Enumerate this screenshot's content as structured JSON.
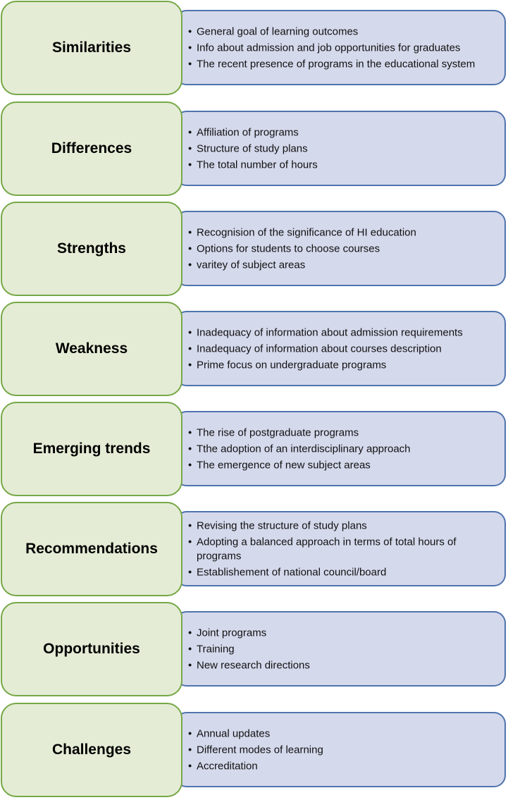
{
  "rows": [
    {
      "title": "Similarities",
      "items": [
        "General goal of learning outcomes",
        "Info about admission and job opportunities for graduates",
        "The recent presence of programs in the educational system"
      ]
    },
    {
      "title": "Differences",
      "items": [
        "Affiliation of programs",
        "Structure of study plans",
        "The total number of hours"
      ]
    },
    {
      "title": "Strengths",
      "items": [
        "Recognision of the significance of HI education",
        "Options for students to choose courses",
        "varitey of subject areas"
      ]
    },
    {
      "title": "Weakness",
      "items": [
        "Inadequacy of information about admission requirements",
        "Inadequacy of information about courses description",
        "Prime focus on undergraduate programs"
      ]
    },
    {
      "title": "Emerging trends",
      "items": [
        "The rise of postgraduate programs",
        "Tthe adoption of an interdisciplinary approach",
        "The emergence of new subject areas"
      ]
    },
    {
      "title": "Recommendations",
      "items": [
        "Revising the structure of study plans",
        "Adopting a balanced approach in terms of total hours of programs",
        "Establishement of national council/board"
      ]
    },
    {
      "title": "Opportunities",
      "items": [
        "Joint programs",
        "Training",
        "New research directions"
      ]
    },
    {
      "title": "Challenges",
      "items": [
        "Annual updates",
        "Different modes of learning",
        "Accreditation"
      ]
    }
  ]
}
